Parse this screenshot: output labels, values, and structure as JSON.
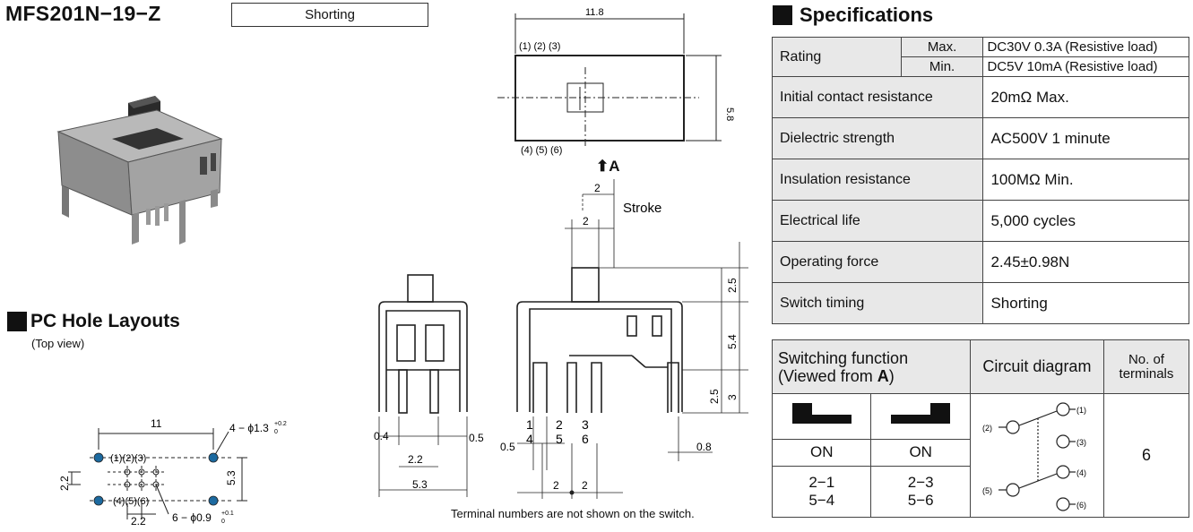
{
  "header": {
    "model": "MFS201N−19−Z",
    "type_badge": "Shorting"
  },
  "pc_hole": {
    "title": "PC Hole Layouts",
    "subtitle": "(Top view)",
    "dim_11": "11",
    "dim_hole_large": "4 − ϕ1.3",
    "dim_hole_large_tol_top": "+0.2",
    "dim_hole_large_tol_bot": "0",
    "dim_2_2_v": "2.2",
    "dim_5_3": "5.3",
    "dim_2_2_h": "2.2",
    "dim_hole_small": "6 − ϕ0.9",
    "dim_hole_small_tol_top": "+0.1",
    "dim_hole_small_tol_bot": "0",
    "terms_top": "(1)(2)(3)",
    "terms_bot": "(4)(5)(6)"
  },
  "drawing": {
    "top_width": "11.8",
    "top_height": "5.8",
    "top_terms_upper": "(1) (2) (3)",
    "top_terms_lower": "(4) (5) (6)",
    "view_marker": "A",
    "stroke_dim": "2",
    "stroke_label": "Stroke",
    "knob_dim": "2",
    "dim_2_5_top": "2.5",
    "dim_5_4": "5.4",
    "dim_2_5_bot": "2.5",
    "dim_3": "3",
    "dim_0_4": "0.4",
    "dim_2_2": "2.2",
    "dim_5_3": "5.3",
    "dim_0_5_side": "0.5",
    "dim_0_5_front": "0.5",
    "dim_0_8": "0.8",
    "pin_row1": [
      "1",
      "2",
      "3"
    ],
    "pin_row2": [
      "4",
      "5",
      "6"
    ],
    "dim_2_left": "2",
    "dim_2_right": "2",
    "note": "Terminal numbers are not shown on the switch."
  },
  "specs": {
    "title": "Specifications",
    "rating_label": "Rating",
    "max_label": "Max.",
    "max_value": "DC30V 0.3A  (Resistive load)",
    "min_label": "Min.",
    "min_value": "DC5V 10mA  (Resistive load)",
    "rows": [
      {
        "label": "Initial contact resistance",
        "value": "20mΩ Max."
      },
      {
        "label": "Dielectric strength",
        "value": "AC500V 1 minute"
      },
      {
        "label": "Insulation resistance",
        "value": "100MΩ Min."
      },
      {
        "label": "Electrical life",
        "value": "5,000 cycles"
      },
      {
        "label": "Operating force",
        "value": "2.45±0.98N"
      },
      {
        "label": "Switch timing",
        "value": "Shorting"
      }
    ]
  },
  "switching": {
    "func_line1": "Switching function",
    "func_line2_pre": "(Viewed from ",
    "func_line2_bold": "A",
    "func_line2_post": ")",
    "circuit_label": "Circuit diagram",
    "terminals_line1": "No. of",
    "terminals_line2": "terminals",
    "state_left": "ON",
    "state_right": "ON",
    "conn_left_1": "2−1",
    "conn_left_2": "5−4",
    "conn_right_1": "2−3",
    "conn_right_2": "5−6",
    "terminal_count": "6",
    "circuit_terms": [
      "(1)",
      "(2)",
      "(3)",
      "(4)",
      "(5)",
      "(6)"
    ]
  },
  "colors": {
    "hole_fill": "#1c6aa0",
    "header_bg": "#e8e8e8",
    "line": "#222222"
  }
}
